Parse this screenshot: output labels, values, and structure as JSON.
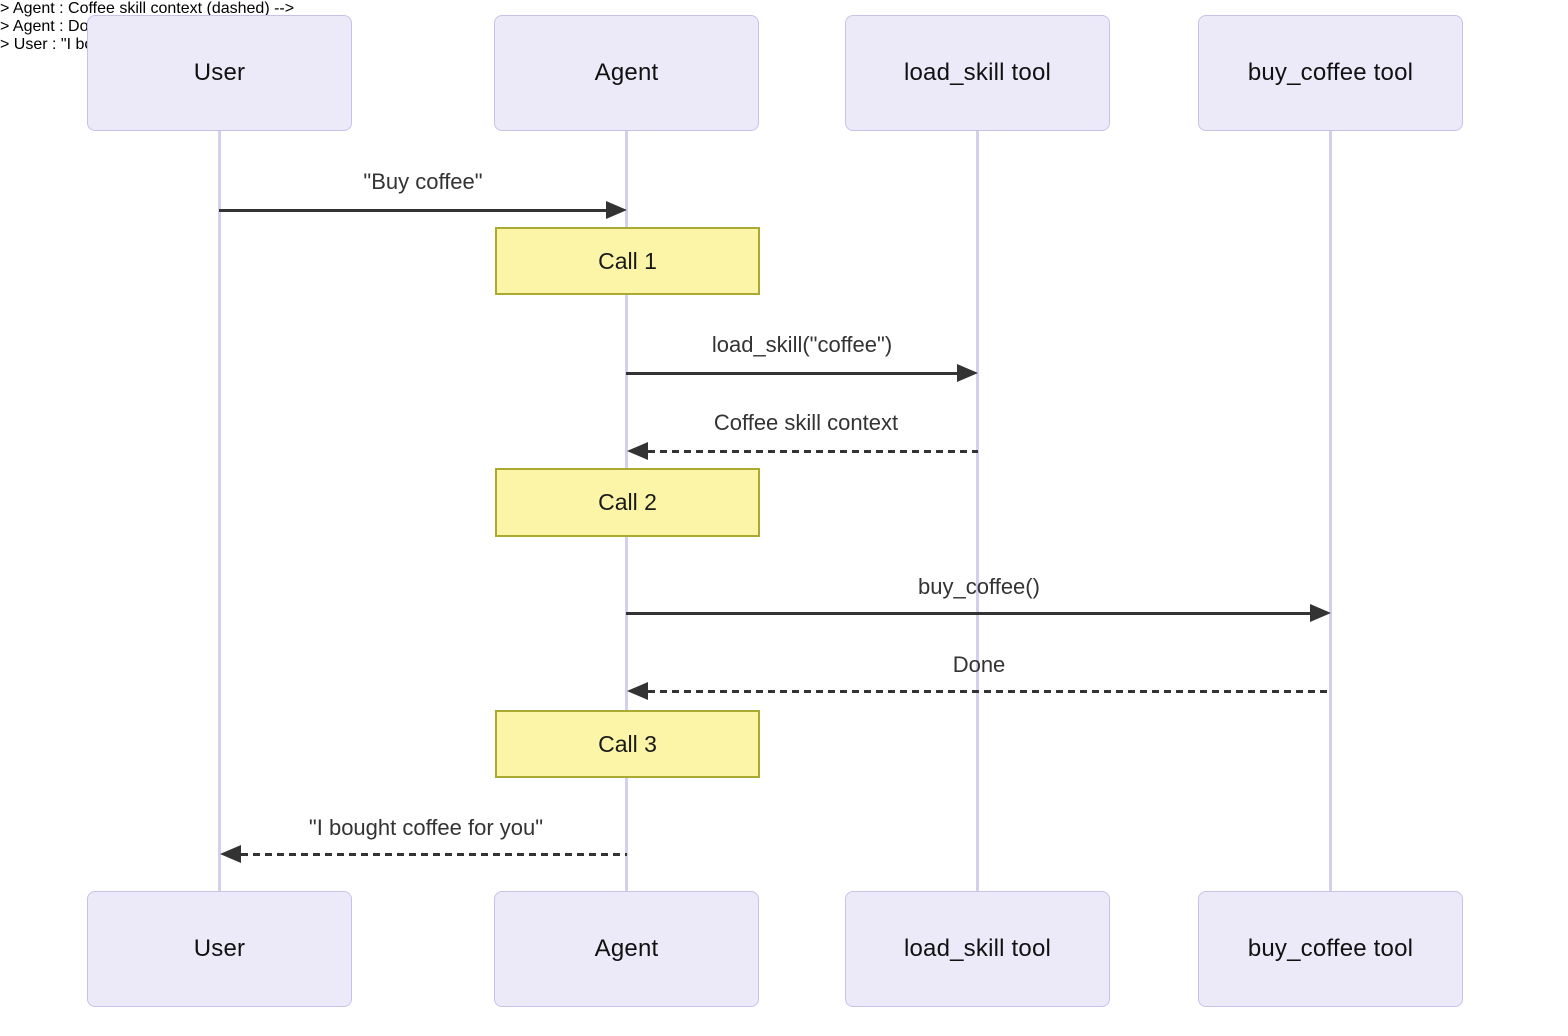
{
  "diagram_type": "sequence",
  "participants": [
    {
      "id": "user",
      "label": "User"
    },
    {
      "id": "agent",
      "label": "Agent"
    },
    {
      "id": "load_skill_tool",
      "label": "load_skill tool"
    },
    {
      "id": "buy_coffee_tool",
      "label": "buy_coffee tool"
    }
  ],
  "messages": [
    {
      "from": "User",
      "to": "Agent",
      "label": "\"Buy coffee\"",
      "style": "solid",
      "direction": "right"
    },
    {
      "from": "Agent",
      "to": "load_skill tool",
      "label": "load_skill(\"coffee\")",
      "style": "solid",
      "direction": "right"
    },
    {
      "from": "load_skill tool",
      "to": "Agent",
      "label": "Coffee skill context",
      "style": "dashed",
      "direction": "left"
    },
    {
      "from": "Agent",
      "to": "buy_coffee tool",
      "label": "buy_coffee()",
      "style": "solid",
      "direction": "right"
    },
    {
      "from": "buy_coffee tool",
      "to": "Agent",
      "label": "Done",
      "style": "dashed",
      "direction": "left"
    },
    {
      "from": "Agent",
      "to": "User",
      "label": "\"I bought coffee for you\"",
      "style": "dashed",
      "direction": "left"
    }
  ],
  "notes": [
    {
      "over": "Agent",
      "label": "Call 1"
    },
    {
      "over": "Agent",
      "label": "Call 2"
    },
    {
      "over": "Agent",
      "label": "Call 3"
    }
  ],
  "colors": {
    "background": "#FFFFFF",
    "actor_fill": "#ECEAF8",
    "actor_border": "#C9C2E8",
    "lifeline": "#D5CEED",
    "arrow": "#333333",
    "note_fill": "#FCF4A6",
    "note_border": "#AAAA33",
    "message_text": "#333333",
    "actor_text": "#111111"
  }
}
